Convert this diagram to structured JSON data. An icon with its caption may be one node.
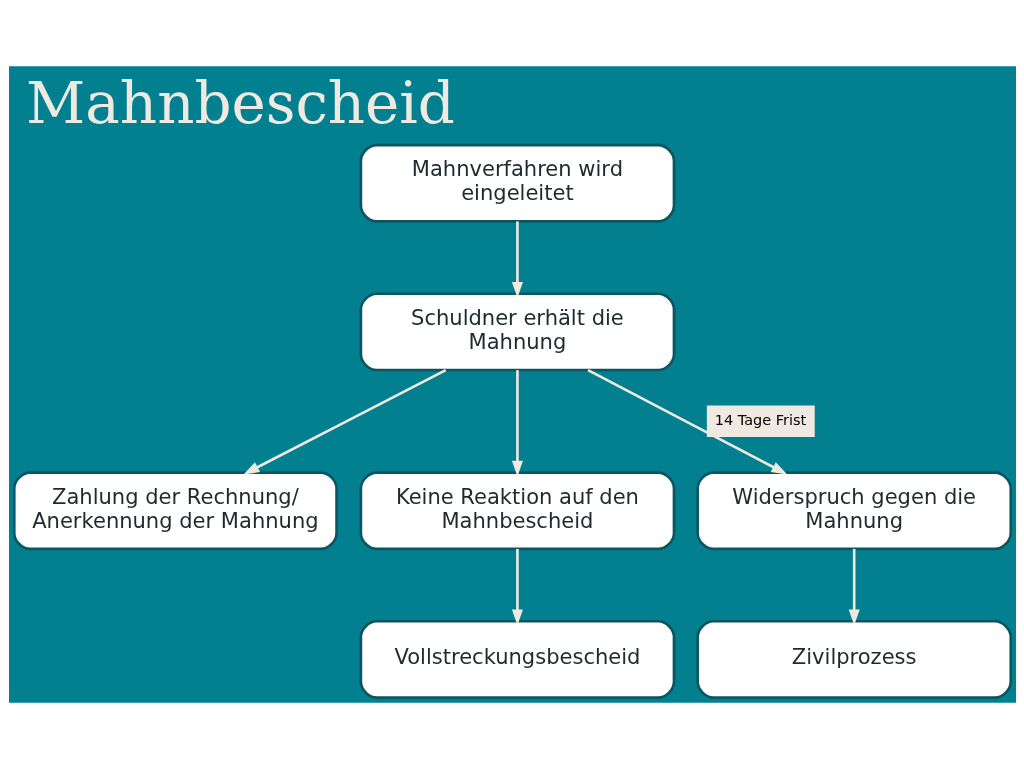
{
  "diagram": {
    "title": "Mahnbescheid",
    "nodes": [
      {
        "text": [
          "Mahnverfahren wird eingeleitet"
        ]
      },
      {
        "text": [
          "Schuldner erhält die Mahnung"
        ]
      },
      {
        "text": [
          "Zahlung der Rechnung/ Anerkennung der Mahnung"
        ]
      },
      {
        "text": [
          "Keine Reaktion auf den Mahnbescheid"
        ]
      },
      {
        "text": [
          "Widerspruch gegen die Mahnung"
        ]
      },
      {
        "text": [
          "Vollstreckungsbescheid"
        ]
      },
      {
        "text": [
          "Zivilprozess"
        ]
      }
    ],
    "edges": [
      {
        "from": 0,
        "to": 1,
        "arrow": "to"
      },
      {
        "from": 1,
        "to": 2,
        "arrow": "to"
      },
      {
        "from": 1,
        "to": 3,
        "arrow": "to"
      },
      {
        "from": 1,
        "to": 4,
        "arrow": "to",
        "label": "14 Tage Frist"
      },
      {
        "from": 3,
        "to": 5,
        "arrow": "to"
      },
      {
        "from": 4,
        "to": 6,
        "arrow": "to"
      }
    ]
  }
}
